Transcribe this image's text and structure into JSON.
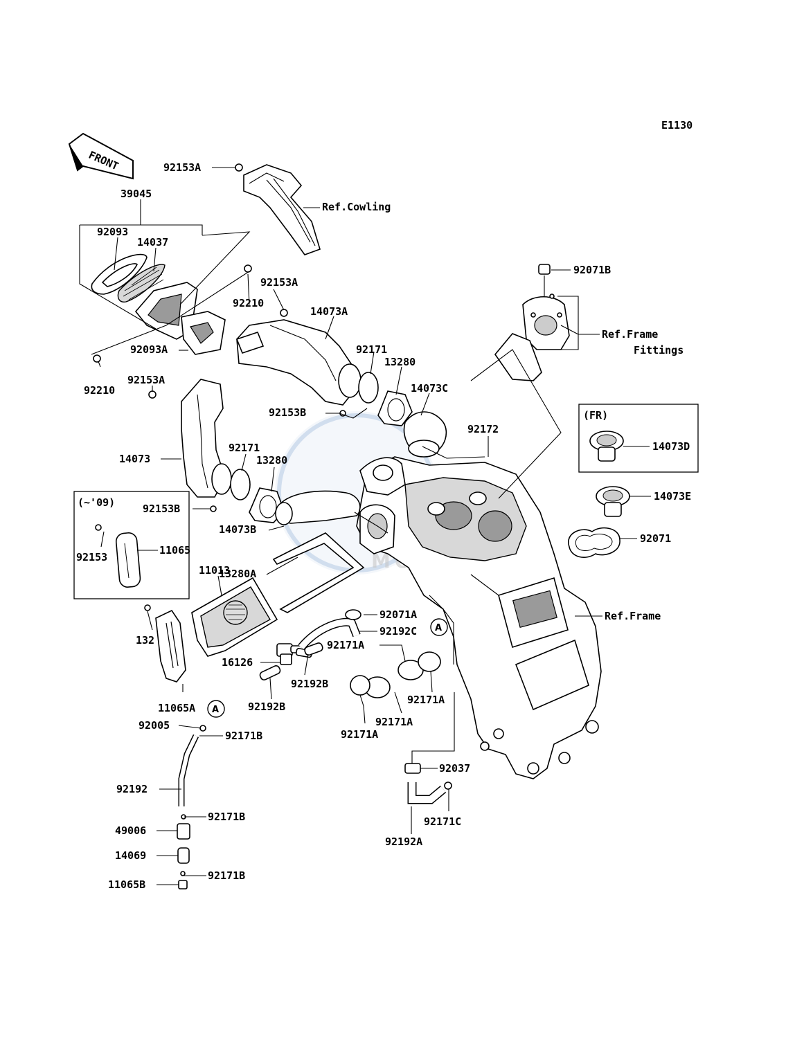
{
  "diagram": {
    "code": "E1130",
    "front_marker": "FRONT",
    "circle_ref": "A",
    "fr_box_title": "(FR)",
    "year_box_title": "(~'09)",
    "watermark_lines": [
      "MS",
      "MOTOPARTS"
    ]
  },
  "labels": {
    "l_92153A_top": "92153A",
    "l_ref_cowling": "Ref.Cowling",
    "l_39045": "39045",
    "l_92093": "92093",
    "l_14037": "14037",
    "l_92153A_mid": "92153A",
    "l_92210_a": "92210",
    "l_14073A": "14073A",
    "l_92093A": "92093A",
    "l_92171_a": "92171",
    "l_13280_a": "13280",
    "l_14073C": "14073C",
    "l_92210_b": "92210",
    "l_92153A_left": "92153A",
    "l_92153B_a": "92153B",
    "l_92172": "92172",
    "l_92071B": "92071B",
    "l_ref_frame_fittings_1": "Ref.Frame",
    "l_ref_frame_fittings_2": "Fittings",
    "l_14073D": "14073D",
    "l_14073": "14073",
    "l_92171_b": "92171",
    "l_13280_b": "13280",
    "l_92153B_b": "92153B",
    "l_14073B": "14073B",
    "l_14073E": "14073E",
    "l_92071": "92071",
    "l_92153": "92153",
    "l_11065": "11065",
    "l_13280A": "13280A",
    "l_11013": "11013",
    "l_ref_frame": "Ref.Frame",
    "l_132": "132",
    "l_92071A": "92071A",
    "l_92192C": "92192C",
    "l_16126": "16126",
    "l_92171A_a": "92171A",
    "l_92192B_a": "92192B",
    "l_92192B_b": "92192B",
    "l_92171A_b": "92171A",
    "l_92171A_c": "92171A",
    "l_92171A_d": "92171A",
    "l_11065A": "11065A",
    "l_92005": "92005",
    "l_92171B_a": "92171B",
    "l_92192": "92192",
    "l_92037": "92037",
    "l_92171C": "92171C",
    "l_92192A": "92192A",
    "l_92171B_b": "92171B",
    "l_49006": "49006",
    "l_14069": "14069",
    "l_11065B": "11065B",
    "l_92171B_c": "92171B"
  }
}
